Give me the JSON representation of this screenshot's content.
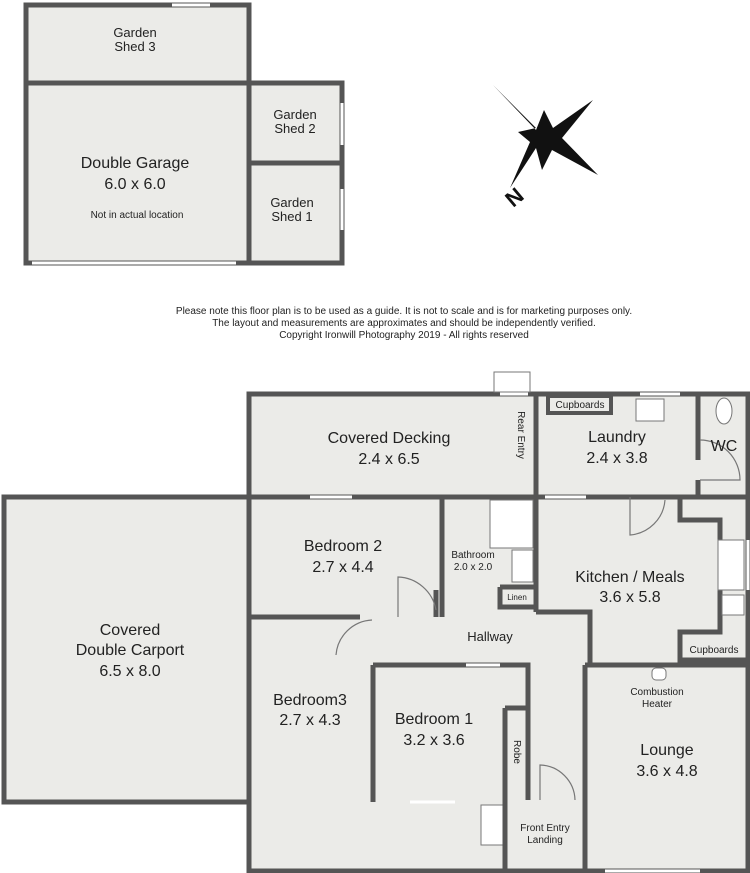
{
  "outbuildings": {
    "shed3": [
      "Garden",
      "Shed 3"
    ],
    "garage": {
      "name": "Double Garage",
      "size": "6.0 x 6.0",
      "note": "Not in actual location"
    },
    "shed2": [
      "Garden",
      "Shed 2"
    ],
    "shed1": [
      "Garden",
      "Shed 1"
    ]
  },
  "compass": {
    "label": "N",
    "icon": "north-arrow-icon"
  },
  "disclaimer": [
    "Please note this floor plan is to be used as a guide. It is not to scale and is for marketing purposes only.",
    "The layout and measurements are approximates and should be independently verified.",
    "Copyright Ironwill Photography 2019 - All rights reserved"
  ],
  "rooms": {
    "decking": {
      "name": "Covered Decking",
      "size": "2.4 x 6.5"
    },
    "rear_entry": "Rear Entry",
    "laundry": {
      "name": "Laundry",
      "size": "2.4 x 3.8"
    },
    "laundry_cupboards": "Cupboards",
    "wc": "WC",
    "carport": {
      "name1": "Covered",
      "name2": "Double Carport",
      "size": "6.5 x 8.0"
    },
    "bedroom2": {
      "name": "Bedroom 2",
      "size": "2.7 x 4.4"
    },
    "bathroom": {
      "name": "Bathroom",
      "size": "2.0 x 2.0"
    },
    "linen": "Linen",
    "kitchen": {
      "name": "Kitchen / Meals",
      "size": "3.6 x 5.8"
    },
    "kitchen_cupboards": "Cupboards",
    "hallway": "Hallway",
    "bedroom3": {
      "name": "Bedroom3",
      "size": "2.7 x 4.3"
    },
    "bedroom1": {
      "name": "Bedroom 1",
      "size": "3.2 x 3.6"
    },
    "robe": "Robe",
    "heater": [
      "Combustion",
      "Heater"
    ],
    "lounge": {
      "name": "Lounge",
      "size": "3.6 x 4.8"
    },
    "front_entry": [
      "Front Entry",
      "Landing"
    ]
  }
}
